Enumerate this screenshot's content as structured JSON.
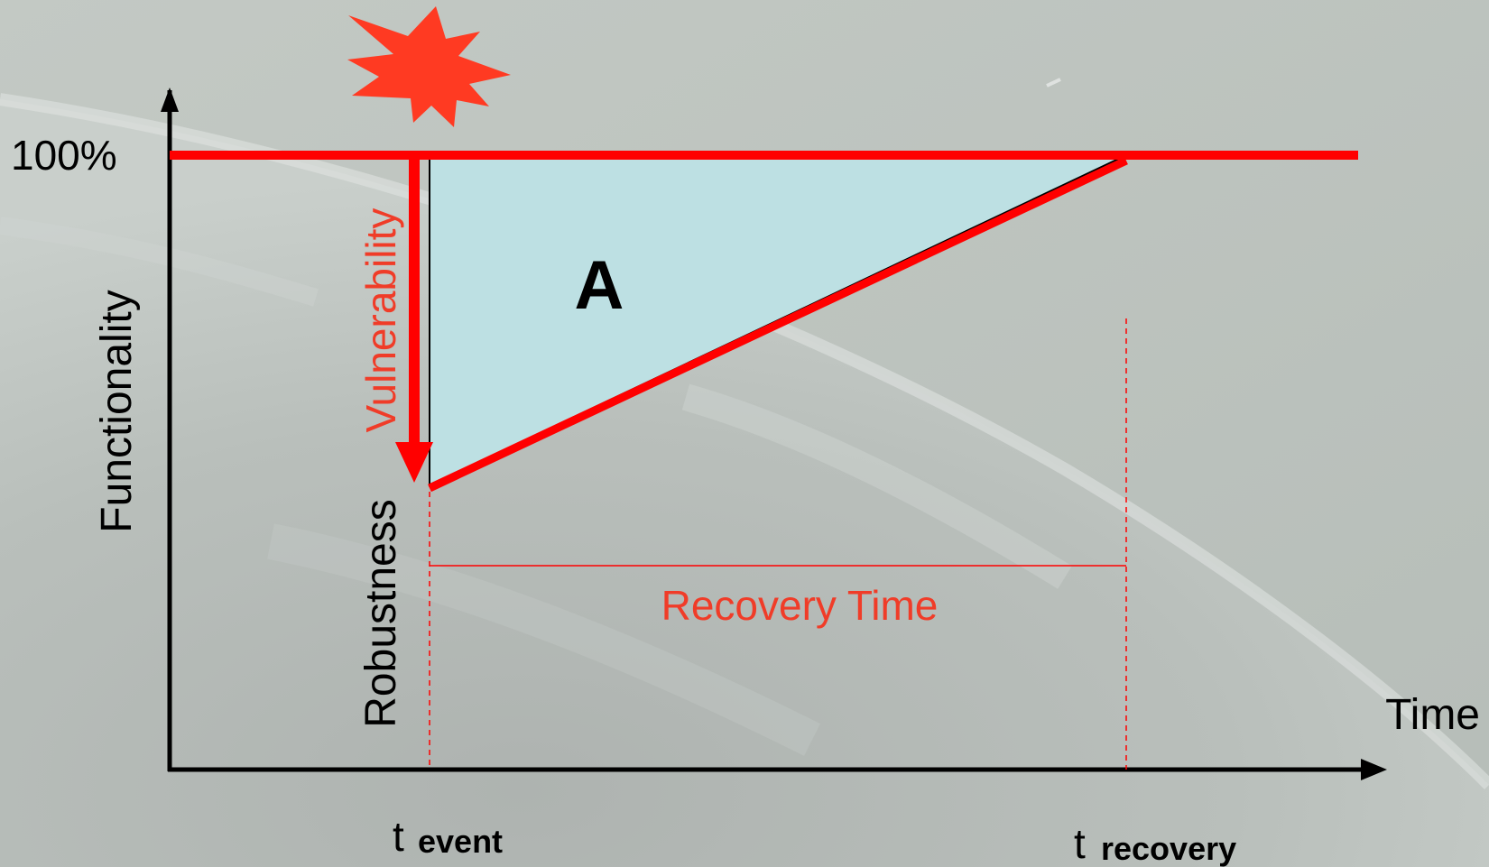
{
  "colors": {
    "accent_red": "#ff0000",
    "label_red": "#f03c28",
    "triangle_fill": "#bde0e3",
    "axis": "#000000",
    "burst": "#ff3a22"
  },
  "labels": {
    "y_axis": "Functionality",
    "x_axis": "Time",
    "level_100": "100%",
    "vulnerability": "Vulnerability",
    "robustness": "Robustness",
    "recovery_time": "Recovery Time",
    "area": "A",
    "t_event_t": "t",
    "t_event_sub": "event",
    "t_recovery_t": "t",
    "t_recovery_sub": "recovery"
  },
  "icons": {
    "event_marker": "explosion-burst-icon",
    "vulnerability_arrow": "down-arrow-icon"
  }
}
